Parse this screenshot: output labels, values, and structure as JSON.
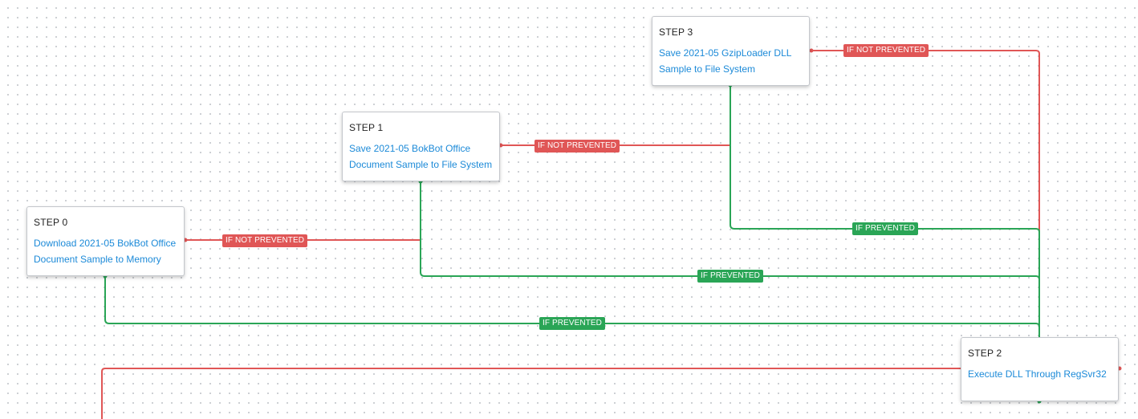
{
  "colors": {
    "not_prevented": "#e05656",
    "prevented": "#2aa556",
    "link": "#1c8ad8"
  },
  "steps": {
    "step0": {
      "title": "STEP 0",
      "action": "Download 2021-05 BokBot Office Document Sample to Memory"
    },
    "step1": {
      "title": "STEP 1",
      "action": "Save 2021-05 BokBot Office Document Sample to File System"
    },
    "step2": {
      "title": "STEP 2",
      "action": "Execute DLL Through RegSvr32"
    },
    "step3": {
      "title": "STEP 3",
      "action": "Save 2021-05 GzipLoader DLL Sample to File System"
    }
  },
  "edges": [
    {
      "id": "step0-not-prevented",
      "from": "STEP 0",
      "to": "STEP 1",
      "label": "IF NOT PREVENTED",
      "kind": "not_prevented"
    },
    {
      "id": "step1-not-prevented",
      "from": "STEP 1",
      "to": "STEP 3",
      "label": "IF NOT PREVENTED",
      "kind": "not_prevented"
    },
    {
      "id": "step3-not-prevented",
      "from": "STEP 3",
      "to": "STEP 2",
      "label": "IF NOT PREVENTED",
      "kind": "not_prevented"
    },
    {
      "id": "step3-prevented",
      "from": "STEP 3",
      "to": "STEP 2",
      "label": "IF PREVENTED",
      "kind": "prevented"
    },
    {
      "id": "step1-prevented",
      "from": "STEP 1",
      "to": "STEP 2",
      "label": "IF PREVENTED",
      "kind": "prevented"
    },
    {
      "id": "step0-prevented",
      "from": "STEP 0",
      "to": "STEP 2",
      "label": "IF PREVENTED",
      "kind": "prevented"
    }
  ]
}
